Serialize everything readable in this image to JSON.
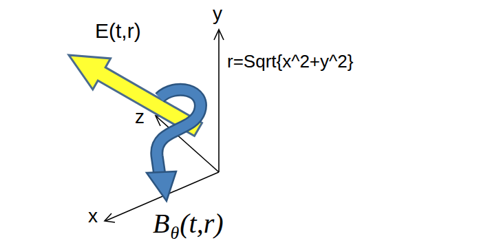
{
  "diagram": {
    "labels": [
      "E(t,r)",
      "y",
      "r=Sqrt{x^2+y^2}",
      "z",
      "x",
      "B",
      "θ",
      "(t,r)"
    ]
  }
}
